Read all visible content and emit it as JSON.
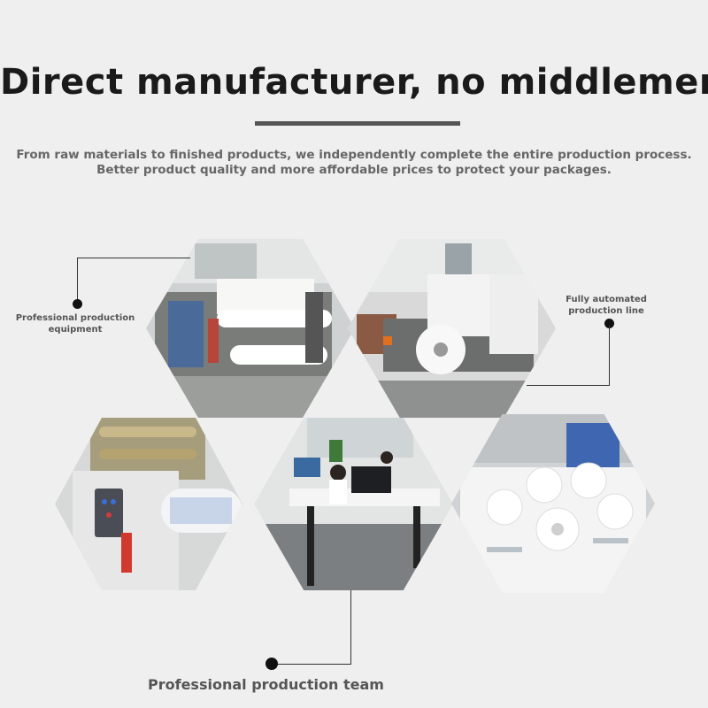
{
  "header": {
    "title": "Direct manufacturer, no middlemen",
    "intro": "From raw materials to finished products, we independently complete the entire production process. Better product quality and more affordable prices to protect your packages."
  },
  "callouts": {
    "equipment": "Professional production equipment",
    "automated": "Fully automated production line",
    "team": "Professional production team"
  },
  "colors": {
    "background": "#efefef",
    "title": "#1a1a1a",
    "text": "#666666"
  }
}
